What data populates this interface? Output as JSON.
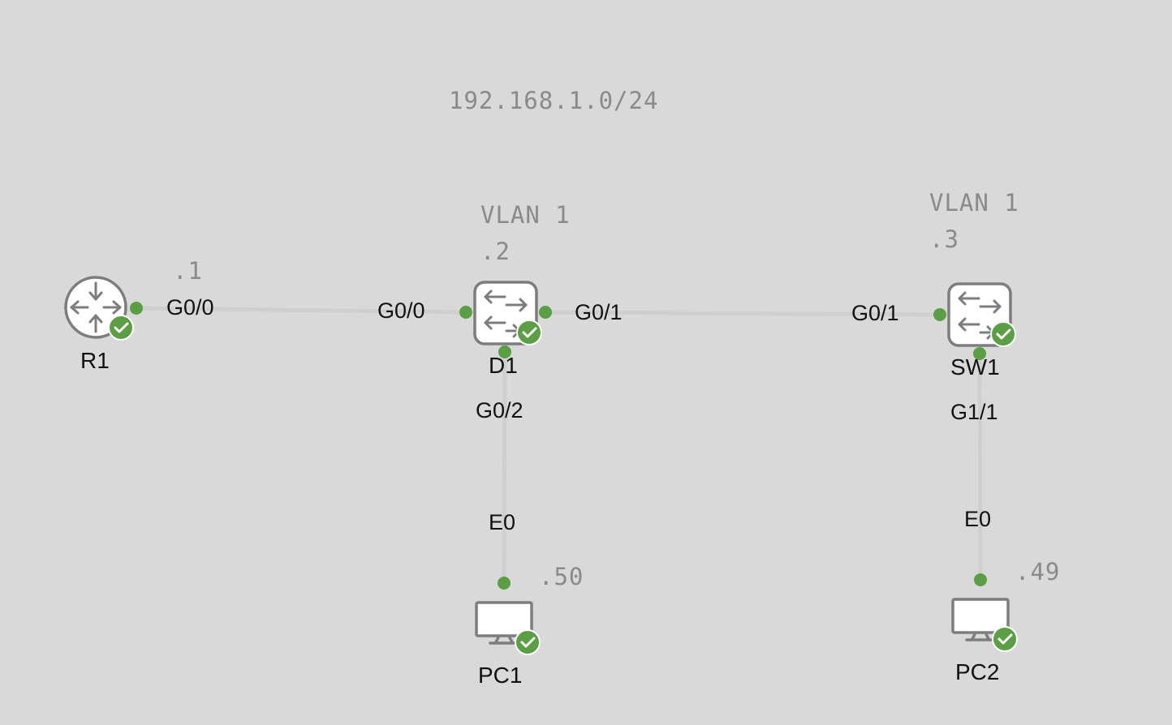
{
  "subnet_label": "192.168.1.0/24",
  "colors": {
    "link": "#cfcfcf",
    "port_dot": "#5b9e45",
    "status_ok": "#5b9e45",
    "device_stroke": "#7d7d7d",
    "annotation_text": "#8a8a8a"
  },
  "nodes": [
    {
      "id": "R1",
      "label": "R1",
      "type": "router",
      "icon": "router-icon",
      "status": "ok",
      "ip_suffix": ".1"
    },
    {
      "id": "D1",
      "label": "D1",
      "type": "switch",
      "icon": "switch-icon",
      "status": "ok",
      "vlan": "VLAN 1",
      "ip_suffix": ".2"
    },
    {
      "id": "SW1",
      "label": "SW1",
      "type": "switch",
      "icon": "switch-icon",
      "status": "ok",
      "vlan": "VLAN 1",
      "ip_suffix": ".3"
    },
    {
      "id": "PC1",
      "label": "PC1",
      "type": "pc",
      "icon": "monitor-icon",
      "status": "ok",
      "ip_suffix": ".50"
    },
    {
      "id": "PC2",
      "label": "PC2",
      "type": "pc",
      "icon": "monitor-icon",
      "status": "ok",
      "ip_suffix": ".49"
    }
  ],
  "links": [
    {
      "from": "R1",
      "from_port": "G0/0",
      "to": "D1",
      "to_port": "G0/0"
    },
    {
      "from": "D1",
      "from_port": "G0/1",
      "to": "SW1",
      "to_port": "G0/1"
    },
    {
      "from": "D1",
      "from_port": "G0/2",
      "to": "PC1",
      "to_port": "E0"
    },
    {
      "from": "SW1",
      "from_port": "G1/1",
      "to": "PC2",
      "to_port": "E0"
    }
  ]
}
